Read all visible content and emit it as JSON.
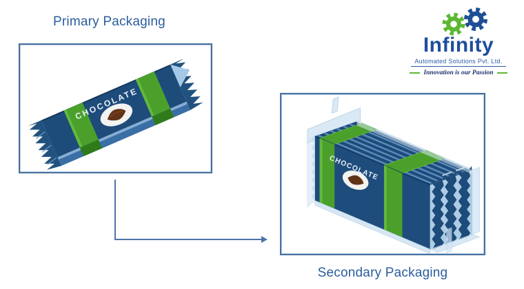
{
  "diagram": {
    "primary": {
      "label": "Primary Packaging"
    },
    "secondary": {
      "label": "Secondary Packaging"
    },
    "label_color": "#2b5d9d",
    "box_border_color": "#46719f",
    "arrow_color": "#4a74a8"
  },
  "product": {
    "name": "CHOCOLATE",
    "wrapper_blue": "#1d4b7a",
    "band_green": "#4ba02c",
    "band_green_dark": "#2f7a1b",
    "side_blue": "#3a6fa6",
    "highlight_blue": "#8fb4d8",
    "tray_translucent": "#d3e6f4",
    "oval_white": "#f3f3f1",
    "chocolate_brown": "#613317"
  },
  "logo": {
    "brand": "Infinity",
    "subtitle": "Automated Solutions Pvt. Ltd.",
    "tagline": "Innovation is our Passion",
    "brand_color": "#1e4e9c",
    "subtitle_color": "#2d5ca8",
    "tagline_color": "#1b2f6b",
    "gear_green_color": "#5cb832",
    "gear_blue_color": "#1e4e96"
  }
}
